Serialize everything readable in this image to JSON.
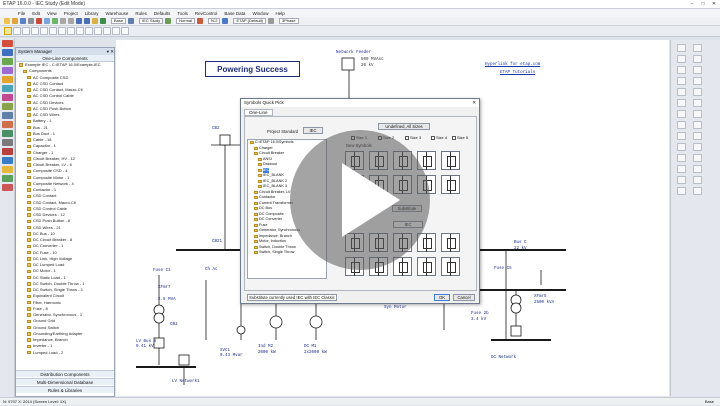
{
  "app": {
    "title": "ETAP 16.0.0 - IEC Study (Edit Mode)",
    "window_controls": [
      "–",
      "□",
      "✕"
    ]
  },
  "menu": [
    "File",
    "Edit",
    "View",
    "Project",
    "Library",
    "Warehouse",
    "Rules",
    "Defaults",
    "Tools",
    "RevControl",
    "Base Data",
    "Window",
    "Help"
  ],
  "toolbar": {
    "dropdown_base": "Base",
    "dropdown_study": "IEC Study",
    "dropdown_normal": "Normal",
    "dropdown_n2": "N-2",
    "dropdown_etap": "ETAP (Default)",
    "dropdown_phase": "3Phase"
  },
  "system_manager": {
    "title": "System Manager",
    "section_title": "One-Line Components",
    "tree": [
      "Example IEC - C:\\ETAP 16.0\\Example-IEC",
      "Components",
      "AC Composite CSD",
      "AC CSD Contact",
      "AC CSD Contact, Macro-Ctl",
      "AC CSD Control Cable",
      "AC CSD Devices",
      "AC CSD Push Button",
      "AC CSD Wires",
      "Battery - 1",
      "Bus - 21",
      "Bus Duct - 1",
      "Cable - 18",
      "Capacitor - 1",
      "Charger - 1",
      "Circuit Breaker, HV - 12",
      "Circuit Breaker, LV - 6",
      "Composite CSD - 4",
      "Composite Motor - 1",
      "Composite Network - 4",
      "Contactor - 1",
      "CSD Contact",
      "CSD Contact, Macro-Ctl",
      "CSD Control Cable",
      "CSD Devices - 12",
      "CSD Push Button - 8",
      "CSD Wires - 21",
      "DC Bus - 10",
      "DC Circuit Breaker - 8",
      "DC Converter - 1",
      "DC Fuse - 10",
      "DC Link, High Voltage",
      "DC Lumped Load",
      "DC Motor - 1",
      "DC Static Load - 1",
      "DC Switch, Double Throw - 1",
      "DC Switch, Single Throw - 1",
      "Equivalent Circuit",
      "Filter, Harmonic",
      "Fuse - 8",
      "Generator, Synchronous - 1",
      "Ground Grid",
      "Ground Switch",
      "Grounding/Earthing Adapter",
      "Impedance, Branch",
      "Inverter - 1",
      "Lumped Load - 2"
    ],
    "footer": [
      "Distribution Components",
      "Multi-Dimensional Database",
      "Rules & Libraries"
    ]
  },
  "canvas": {
    "banner": "Powering Success",
    "hyperlink_1": "Hyperlink for etap.com",
    "hyperlink_2": "ETAP Tutorials",
    "network_feeder": "Network Feeder",
    "network_feeder_rating": "500 MVAsc",
    "network_feeder_kv": "20 kV",
    "labels": {
      "cb2": "CB2",
      "cb21": "CB21",
      "fuse_c1": "Fuse C1",
      "ch_ac": "Ch Ac",
      "xfmr": "XFmr7",
      "xfmr_rating": "2.5 MVA",
      "cb3": "CB3",
      "lv_bus": "LV Bus 8",
      "lv_kv": "0.41 kV",
      "svc": "SVC1",
      "svc_mvar": "0.43 Mvar",
      "ind_m2": "Ind M2",
      "ind_m2_kw": "2000 kW",
      "dc_m": "DC M1",
      "dc_m_kw": "2x2000 kW",
      "sync_motor": "Syn Motor",
      "bus_c": "Bus C",
      "bus_c_kv": "22 kV",
      "fuse_c5": "Fuse C5",
      "xfmr2": "XFmr5",
      "xfmr2_rating": "2500 kVA",
      "fuse2": "Fuse 2b",
      "fuse2_rating": "3.4 kV",
      "lv_network": "LV Network1",
      "dc_network": "DC Network"
    }
  },
  "dialog": {
    "title": "Symbols Quick Pick",
    "tab": "One-Line",
    "project_standard_label": "Project Standard",
    "project_standard_value": "IEC",
    "undefined_size_button": "Undefined, All Sizes",
    "size_options": [
      "Size 1",
      "Size 2",
      "Size 3",
      "Size 4",
      "Size 5"
    ],
    "new_symbols_label": "New Symbols",
    "tree": [
      "C:\\ETAP 16.0\\Symbols",
      "Charger",
      "Circuit Breaker",
      "ANSI",
      "Drawout",
      "IEC",
      "IEC_BLANK",
      "IEC_BLANK 2",
      "IEC_BLANK 3",
      "Circuit Breaker, LV",
      "Contactor",
      "Current Transformer",
      "DC Bus",
      "DC Composite",
      "DC Converter",
      "Fuse",
      "Generator, Synchronous",
      "Impedance, Branch",
      "Motor, Induction",
      "Switch, Double Throw",
      "Switch, Single Throw"
    ],
    "substitute_button": "Substitute",
    "standard_dropdown": "IEC",
    "substitute_text": "Substitute currently used IEC with IEC Classic",
    "ok_button": "OK",
    "cancel_button": "Cancel"
  },
  "status": {
    "left": "N: 9797   X: 2014 (Screen Level: 1X)",
    "right": "Base"
  }
}
